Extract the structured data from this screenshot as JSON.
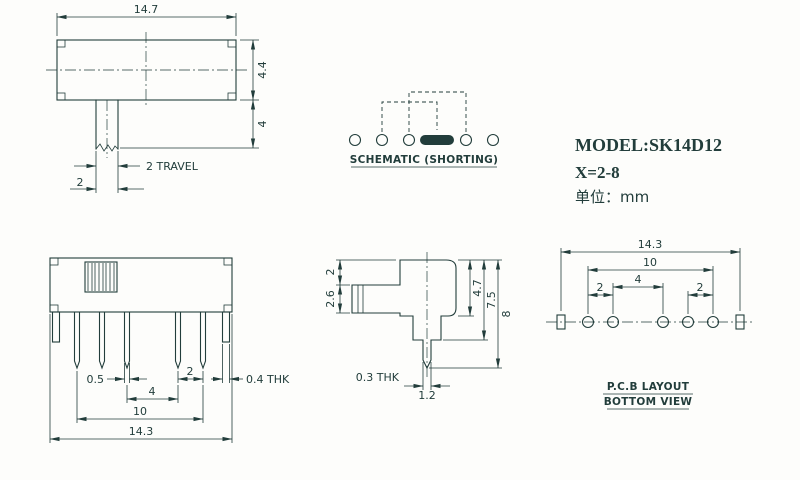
{
  "title_block": {
    "model": "MODEL:SK14D12",
    "range": "X=2-8",
    "unit": "单位：mm"
  },
  "top_view": {
    "width_dim": "14.7",
    "height_dim": "4.4",
    "stem_dim": "4",
    "travel_label": "2 TRAVEL",
    "stem_width_dim": "2"
  },
  "schematic": {
    "caption": "SCHEMATIC (SHORTING)"
  },
  "front_view": {
    "pin_width_dim": "0.5",
    "pitch_dim": "2",
    "gap_dim": "4",
    "span_dim": "10",
    "width_dim": "14.3",
    "thickness_label": "0.4 THK"
  },
  "side_view": {
    "top_gap_dim": "2",
    "knob_dim": "2.6",
    "upper_dim": "4.7",
    "body_dim": "7.5",
    "overall_dim": "8",
    "pin_thickness_label": "0.3 THK",
    "pin_width_dim": "1.2"
  },
  "pcb_view": {
    "width_dim": "14.3",
    "span_dim": "10",
    "pitch_left_dim": "2",
    "gap_dim": "4",
    "pitch_right_dim": "2",
    "caption_line1": "P.C.B LAYOUT",
    "caption_line2": "BOTTOM VIEW"
  },
  "colors": {
    "line": "#223d3b",
    "background": "#fdfdfb"
  }
}
